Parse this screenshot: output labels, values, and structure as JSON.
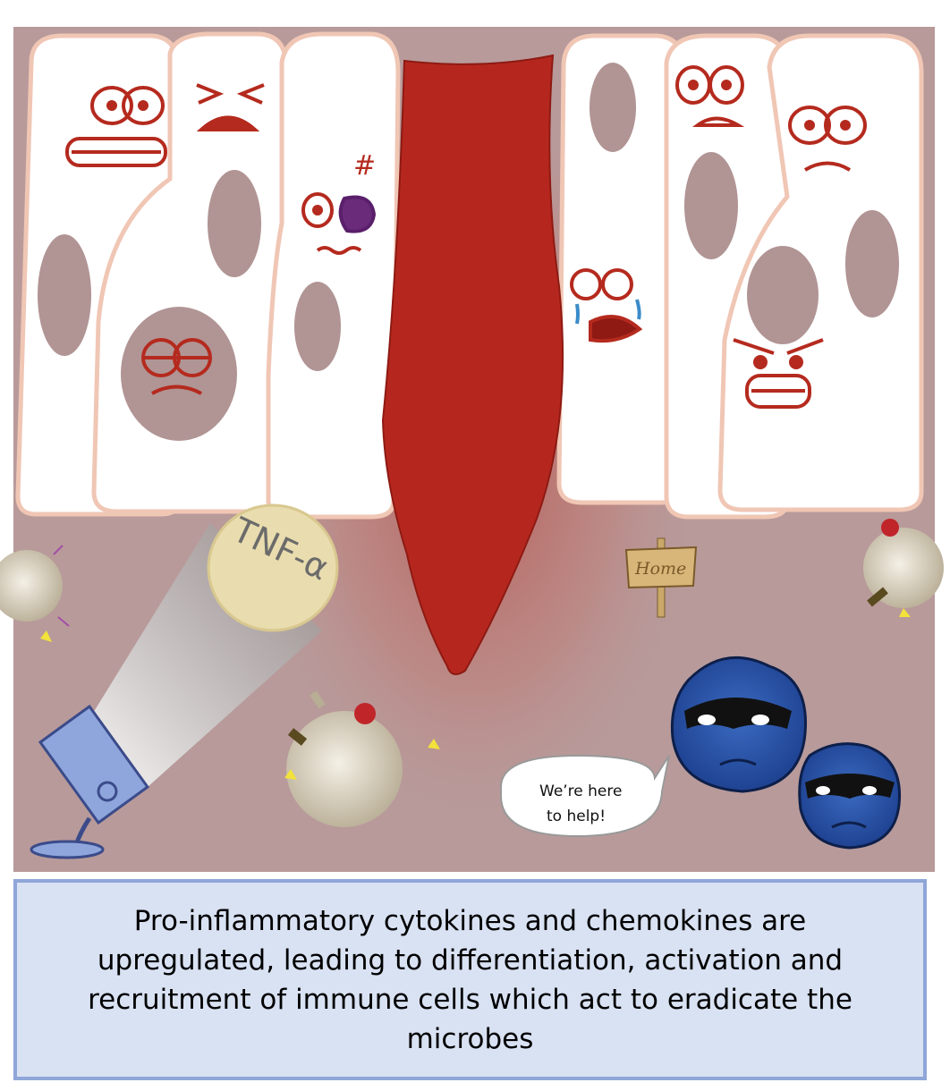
{
  "caption": {
    "lines": [
      "Pro-inflammatory cytokines and chemokines are",
      "upregulated, leading to differentiation, activation and",
      "recruitment of immune cells which act to eradicate the",
      "microbes"
    ]
  },
  "spotlight": {
    "label": "TNF-α"
  },
  "signpost": {
    "label": "Home"
  },
  "speech_bubble": {
    "line1": "We’re here",
    "line2": "to help!"
  },
  "cell_mark": {
    "label": "#"
  },
  "colors": {
    "tissue": "#b89a9a",
    "blood": "#b5271e",
    "cell_fill": "#ffffff",
    "cell_outline": "#f0c6b4",
    "nucleus": "#b19494",
    "face_stroke": "#b52a1e",
    "immune_cell": "#2a52a8",
    "microbe": "#d6cdbb",
    "spotlight": "#8ea6dc",
    "caption_bg": "#d9e2f3",
    "caption_border": "#8fa6d8"
  }
}
